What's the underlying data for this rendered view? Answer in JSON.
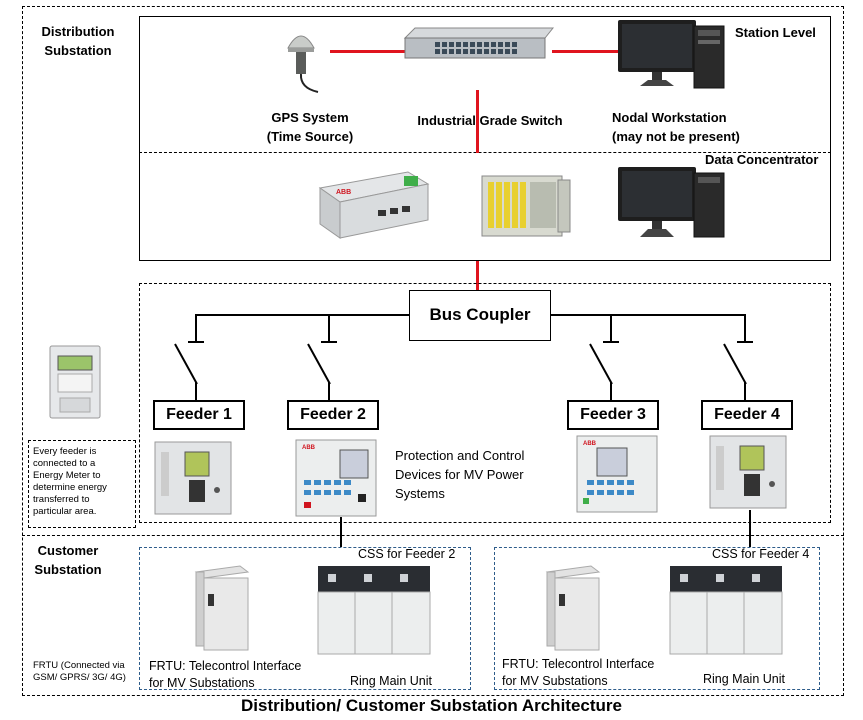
{
  "title": "Distribution/  Customer Substation Architecture",
  "sections": {
    "distribution_substation": "Distribution\nSubstation",
    "customer_substation": "Customer\nSubstation",
    "station_level": "Station Level",
    "data_concentrator": "Data Concentrator"
  },
  "station_devices": {
    "gps": "GPS System\n(Time Source)",
    "switch": "Industrial Grade Switch",
    "workstation": "Nodal Workstation\n(may not be present)"
  },
  "bus_coupler": "Bus Coupler",
  "feeders": [
    "Feeder 1",
    "Feeder 2",
    "Feeder 3",
    "Feeder 4"
  ],
  "protection_note": "Protection  and Control\nDevices for MV Power\nSystems",
  "energy_meter_note": "Every feeder is\nconnected to a\nEnergy Meter to\ndetermine energy\ntransferred to\nparticular area.",
  "frtu_note": "FRTU (Connected via\nGSM/ GPRS/ 3G/ 4G)",
  "css_blocks": [
    {
      "label": "CSS for Feeder 2",
      "frtu": "FRTU: Telecontrol Interface\nfor MV Substations",
      "rmu": "Ring Main Unit"
    },
    {
      "label": "CSS for Feeder 4",
      "frtu": "FRTU: Telecontrol Interface\nfor MV Substations",
      "rmu": "Ring Main Unit"
    }
  ],
  "device_brand": "ABB",
  "colors": {
    "link": "#e0141e",
    "border": "#000000",
    "css_border": "#2e5c8a"
  }
}
